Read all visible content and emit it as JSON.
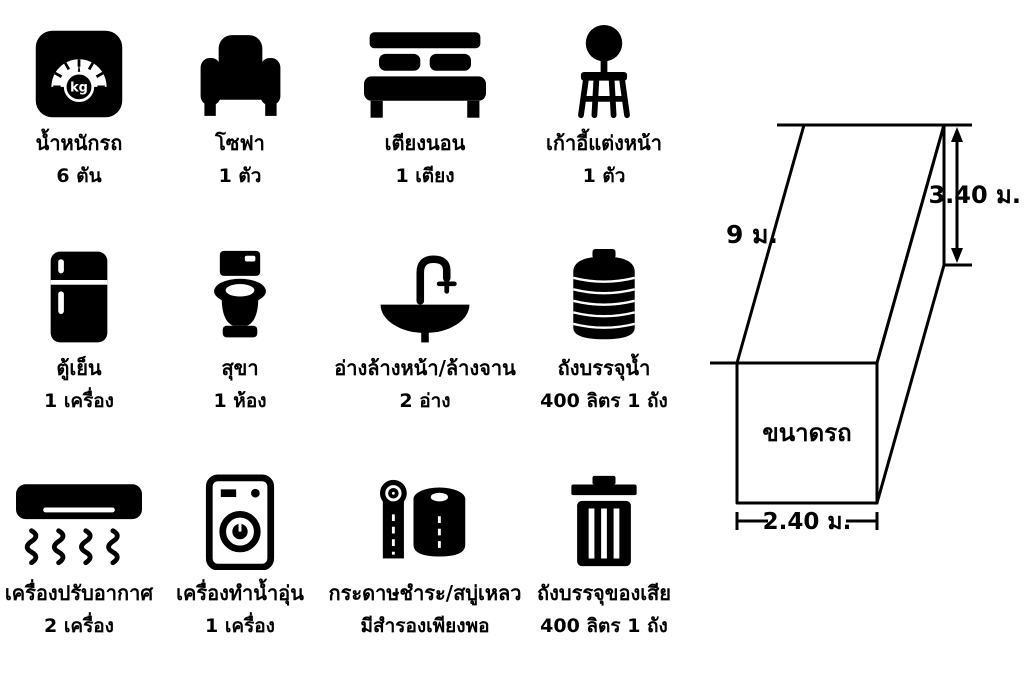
{
  "colors": {
    "ink": "#000000",
    "background": "#ffffff"
  },
  "items": [
    {
      "name": "vehicle-weight",
      "icon": "scale-kg-icon",
      "icon_text": "kg",
      "label": "น้ำหนักรถ",
      "value": "6 ตัน"
    },
    {
      "name": "sofa",
      "icon": "sofa-icon",
      "label": "โซฟา",
      "value": "1 ตัว"
    },
    {
      "name": "bed",
      "icon": "bed-icon",
      "label": "เตียงนอน",
      "value": "1 เตียง"
    },
    {
      "name": "vanity-chair",
      "icon": "chair-icon",
      "label": "เก้าอี้แต่งหน้า",
      "value": "1 ตัว"
    },
    {
      "name": "refrigerator",
      "icon": "refrigerator-icon",
      "label": "ตู้เย็น",
      "value": "1 เครื่อง"
    },
    {
      "name": "toilet",
      "icon": "toilet-icon",
      "label": "สุขา",
      "value": "1 ห้อง"
    },
    {
      "name": "sink",
      "icon": "sink-icon",
      "label": "อ่างล้างหน้า/ล้างจาน",
      "value": "2 อ่าง"
    },
    {
      "name": "water-tank",
      "icon": "water-tank-icon",
      "label": "ถังบรรจุน้ำ",
      "value": "400 ลิตร 1 ถัง"
    },
    {
      "name": "air-conditioner",
      "icon": "air-conditioner-icon",
      "label": "เครื่องปรับอากาศ",
      "value": "2 เครื่อง"
    },
    {
      "name": "water-heater",
      "icon": "water-heater-icon",
      "label": "เครื่องทำน้ำอุ่น",
      "value": "1 เครื่อง"
    },
    {
      "name": "toilet-paper-soap",
      "icon": "paper-rolls-icon",
      "label": "กระดาษชำระ/สบู่เหลว",
      "value": "มีสำรองเพียงพอ"
    },
    {
      "name": "waste-tank",
      "icon": "trash-bin-icon",
      "label": "ถังบรรจุของเสีย",
      "value": "400 ลิตร 1 ถัง"
    }
  ],
  "truck_diagram": {
    "box_label": "ขนาดรถ",
    "length": "9 ม.",
    "height": "3.40 ม.",
    "width": "2.40 ม."
  }
}
